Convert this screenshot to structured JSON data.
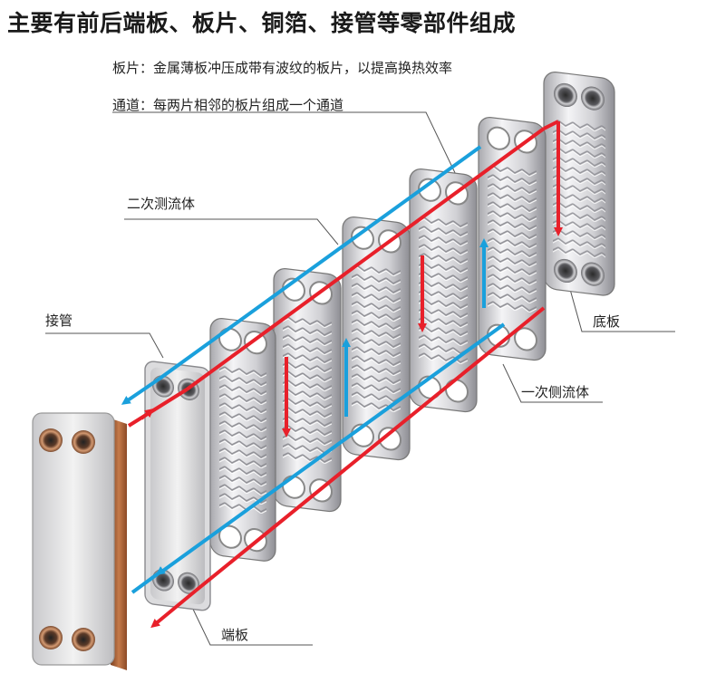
{
  "title": "主要有前后端板、板片、铜箔、接管等零部件组成",
  "descriptions": {
    "plate": "板片：金属薄板冲压成带有波纹的板片，以提高换热效率",
    "channel": "通道：每两片相邻的板片组成一个通道"
  },
  "labels": {
    "secondary_fluid": "二次测流体",
    "connector": "接管",
    "bottom_plate": "底板",
    "primary_fluid": "一次侧流体",
    "end_plate": "端板"
  },
  "colors": {
    "hot_flow": "#e8202a",
    "cold_flow": "#1aa0dc",
    "plate": "#d8d8dc",
    "copper": "#b5653a"
  },
  "icons": {
    "flow_arrow": "arrow-icon",
    "port": "port-icon"
  }
}
